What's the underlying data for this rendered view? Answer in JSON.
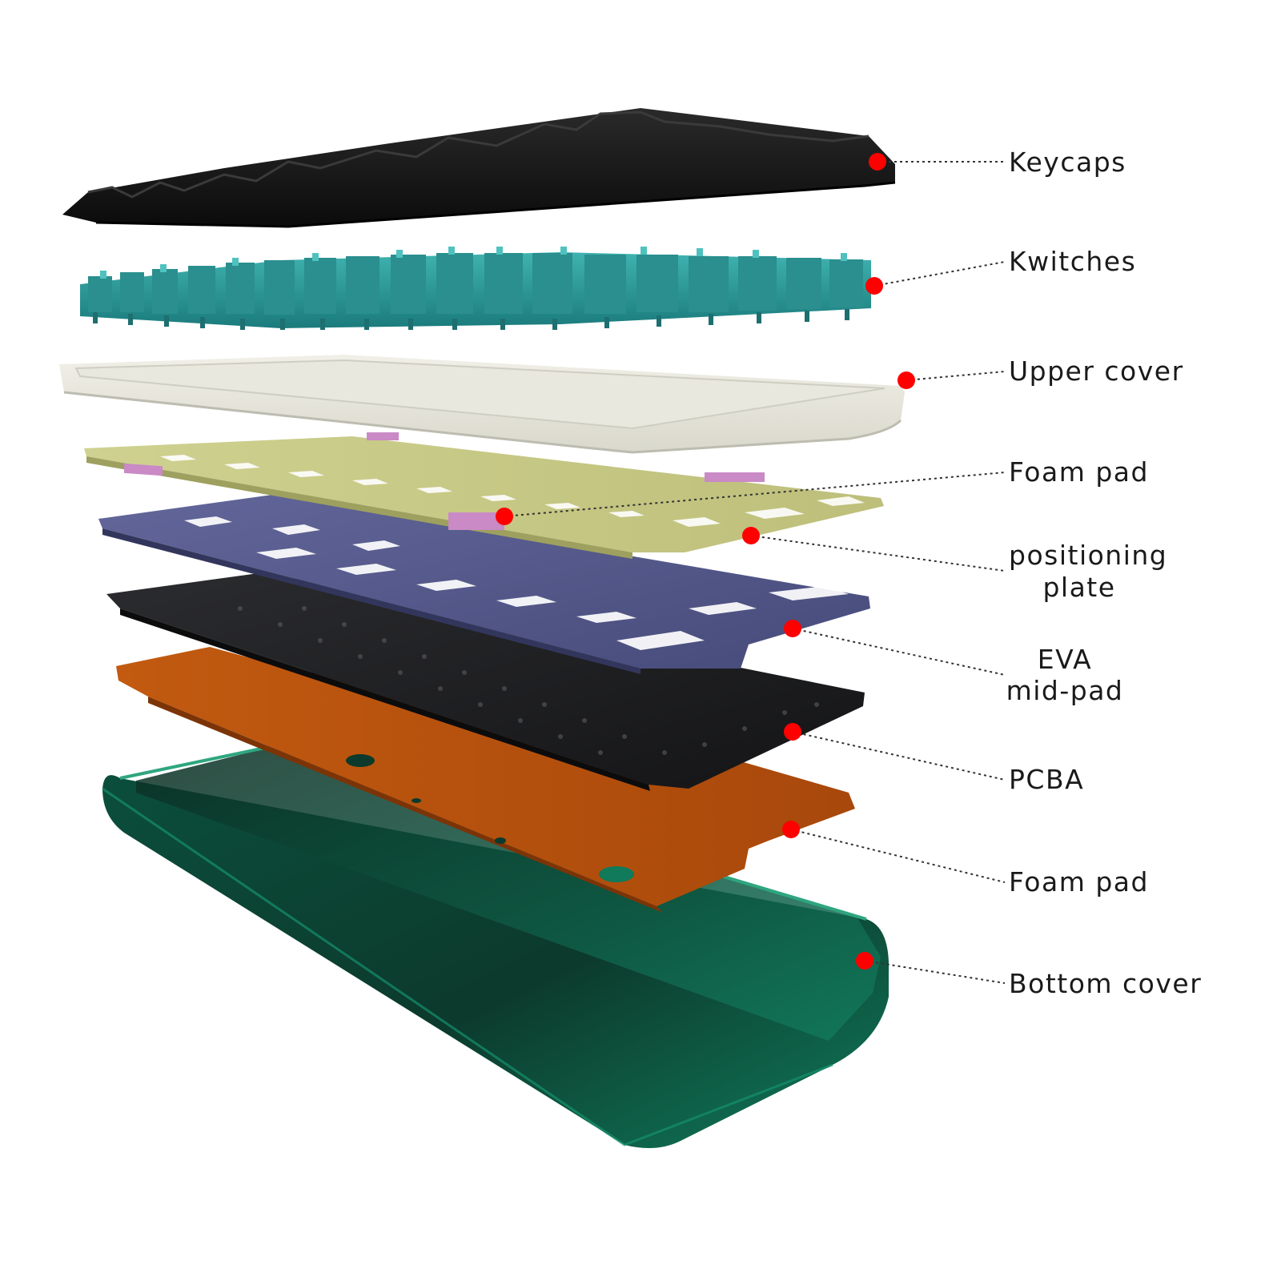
{
  "layers": [
    {
      "id": "keycaps",
      "lines": [
        "Keycaps"
      ],
      "color": "#151515"
    },
    {
      "id": "switches",
      "lines": [
        "Kwitches"
      ],
      "color": "#2c9b9a"
    },
    {
      "id": "upper-cover",
      "lines": [
        "Upper cover"
      ],
      "color": "#e4e3d8"
    },
    {
      "id": "foam-pad-top",
      "lines": [
        "Foam pad"
      ],
      "color": "#c7c986"
    },
    {
      "id": "positioning-plate",
      "lines": [
        "positioning",
        "plate"
      ],
      "color": "#54588a"
    },
    {
      "id": "eva-mid-pad",
      "lines": [
        "EVA",
        "mid-pad"
      ],
      "color": "#1e1f21"
    },
    {
      "id": "pcba",
      "lines": [
        "PCBA"
      ],
      "color": "#1e1f21"
    },
    {
      "id": "foam-pad-bottom",
      "lines": [
        "Foam pad"
      ],
      "color": "#b4520f"
    },
    {
      "id": "bottom-cover",
      "lines": [
        "Bottom cover"
      ],
      "color": "#0e5e48"
    }
  ],
  "marker_color": "#ff0000"
}
